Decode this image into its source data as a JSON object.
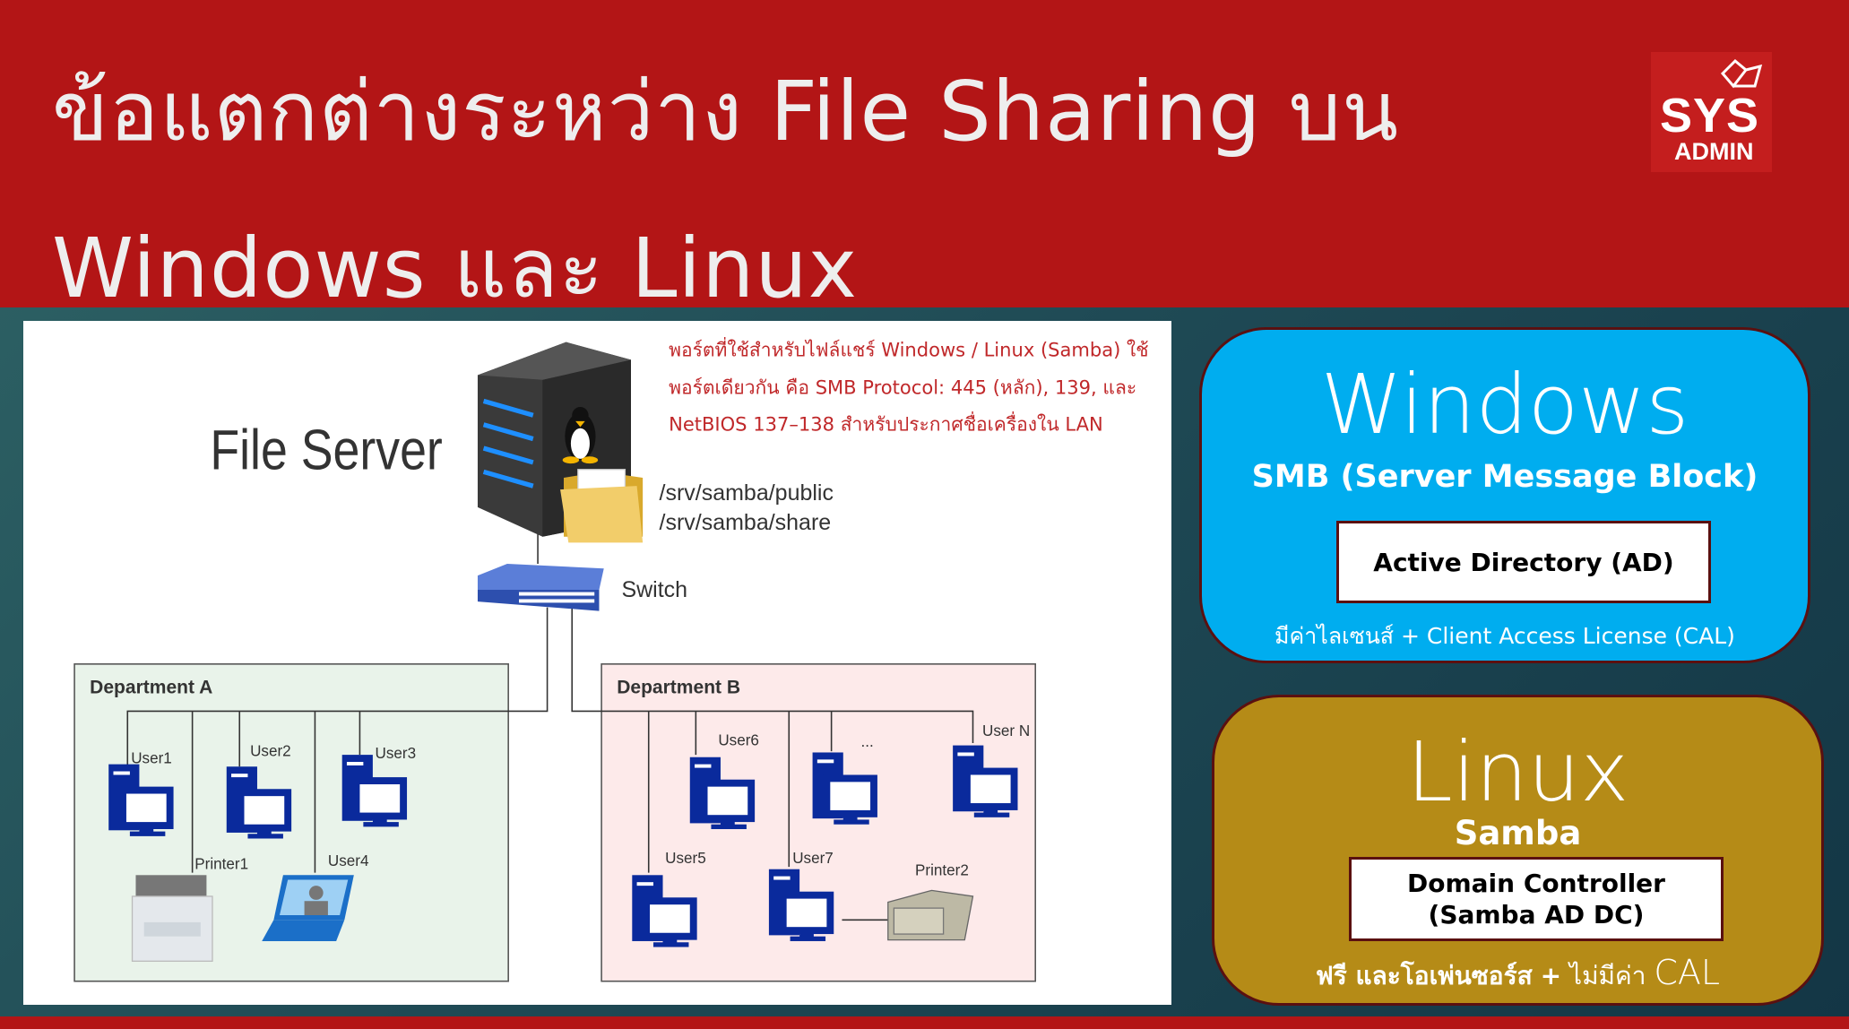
{
  "header": {
    "title_line1": "ข้อแตกต่างระหว่าง File Sharing บน",
    "title_line2": "Windows และ Linux"
  },
  "logo": {
    "text1": "SYS",
    "text2": "ADMIN"
  },
  "diagram": {
    "server_label": "File Server",
    "port_note": [
      "พอร์ตที่ใช้สำหรับไฟล์แชร์ Windows / Linux (Samba) ใช้",
      "พอร์ตเดียวกัน คือ SMB Protocol: 445 (หลัก), 139, และ",
      "NetBIOS 137–138 สำหรับประกาศชื่อเครื่องใน LAN"
    ],
    "paths": [
      "/srv/samba/public",
      "/srv/samba/share"
    ],
    "switch_label": "Switch",
    "dept_a": {
      "title": "Department A",
      "users": [
        "User1",
        "User2",
        "User3",
        "User4"
      ],
      "printer": "Printer1"
    },
    "dept_b": {
      "title": "Department B",
      "users": [
        "User5",
        "User6",
        "User7",
        "...",
        "User N"
      ],
      "printer": "Printer2"
    }
  },
  "windows": {
    "title": "Windows",
    "protocol": "SMB (Server Message Block)",
    "service": "Active Directory (AD)",
    "note": "มีค่าไลเซนส์ + Client Access License (CAL)"
  },
  "linux": {
    "title": "Linux",
    "protocol": "Samba",
    "service_line1": "Domain Controller",
    "service_line2": "(Samba AD DC)",
    "note_bold": "ฟรี และโอเพ่นซอร์ส",
    "note_plus": "+",
    "note_rest": "ไม่มีค่า",
    "note_cal": "CAL"
  },
  "colors": {
    "header": "#b31516",
    "windows": "#00adef",
    "linux": "#b58b17",
    "note_red": "#c0282a"
  }
}
